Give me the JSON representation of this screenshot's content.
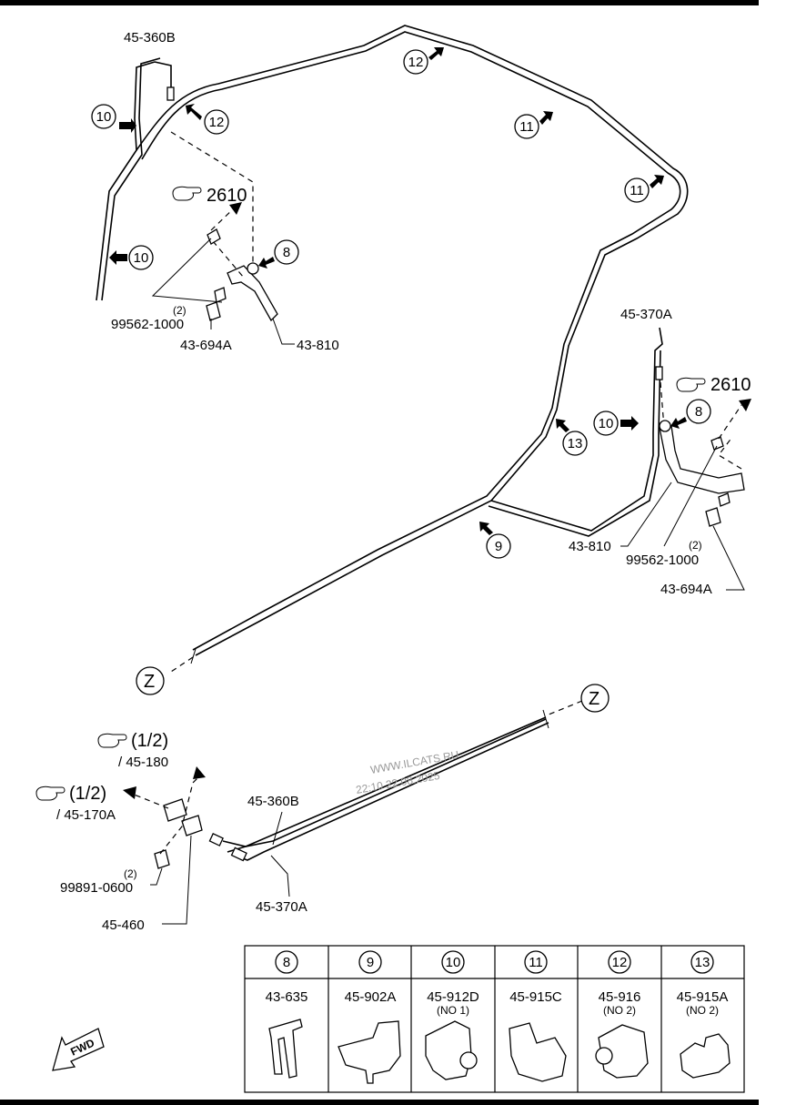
{
  "labels": {
    "p45_360B_top": "45-360B",
    "p45_370A_right": "45-370A",
    "ref2610_left": "2610",
    "ref2610_right": "2610",
    "qty2_left": "(2)",
    "p99562_left": "99562-1000",
    "p43_694A_left": "43-694A",
    "p43_810_left": "43-810",
    "p43_810_right": "43-810",
    "qty2_right": "(2)",
    "p99562_right": "99562-1000",
    "p43_694A_right": "43-694A",
    "z_top": "Z",
    "z_bottom": "Z",
    "ref_half_1": "(1/2)",
    "ref_45_180": "/ 45-180",
    "ref_half_2": "(1/2)",
    "ref_45_170A": "/ 45-170A",
    "p45_360B_bottom": "45-360B",
    "p45_370A_bottom": "45-370A",
    "qty2_bottom": "(2)",
    "p99891": "99891-0600",
    "p45_460": "45-460",
    "fwd": "FWD"
  },
  "callouts": {
    "c10_a": "10",
    "c12_a": "12",
    "c10_b": "10",
    "c8_left": "8",
    "c12_b": "12",
    "c11_a": "11",
    "c11_b": "11",
    "c13": "13",
    "c10_c": "10",
    "c8_right": "8",
    "c9": "9"
  },
  "watermark": {
    "line1": "WWW.ILCATS.RU",
    "line2": "22:10 22.08.2025"
  },
  "table": {
    "columns": [
      {
        "num": "8",
        "part": "43-635",
        "note": ""
      },
      {
        "num": "9",
        "part": "45-902A",
        "note": ""
      },
      {
        "num": "10",
        "part": "45-912D",
        "note": "(NO 1)"
      },
      {
        "num": "11",
        "part": "45-915C",
        "note": ""
      },
      {
        "num": "12",
        "part": "45-916",
        "note": "(NO 2)"
      },
      {
        "num": "13",
        "part": "45-915A",
        "note": "(NO 2)"
      }
    ]
  }
}
